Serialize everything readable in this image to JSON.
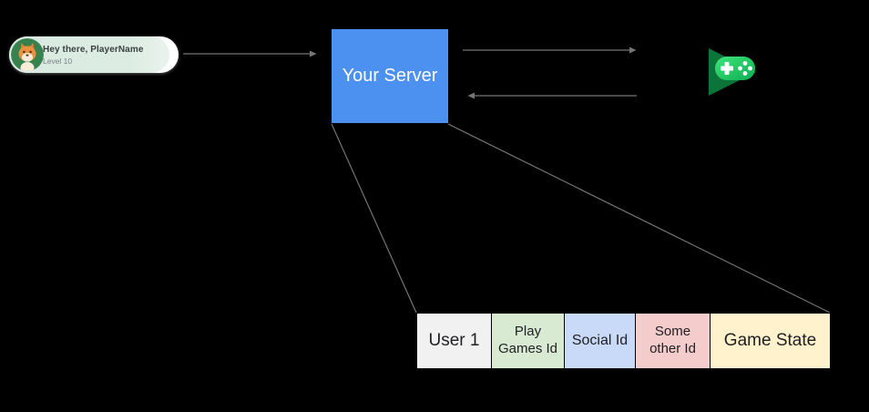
{
  "canvas": {
    "background": "#000000"
  },
  "player_card": {
    "title": "Hey there, PlayerName",
    "subtitle": "Level 10",
    "avatar_icon": "fox-avatar",
    "tint_color": "#d9eae1"
  },
  "server": {
    "label": "Your Server",
    "color": "#4c90f0"
  },
  "play_games": {
    "icon": "google-play-games-icon",
    "triangle_color": "#0c7439",
    "gamepad_color": "#2bd169"
  },
  "table": {
    "cells": [
      {
        "label": "User 1",
        "color": "#f1f1f1"
      },
      {
        "label": "Play Games Id",
        "color": "#d9ead3"
      },
      {
        "label": "Social Id",
        "color": "#c9daf8"
      },
      {
        "label": "Some other Id",
        "color": "#f4cccc"
      },
      {
        "label": "Game State",
        "color": "#fff2cc"
      }
    ]
  },
  "connectors": {
    "line_color": "#757575",
    "arrows": [
      {
        "from": "player-card",
        "to": "server",
        "direction": "right"
      },
      {
        "from": "server",
        "to": "play-games",
        "direction": "right"
      },
      {
        "from": "play-games",
        "to": "server",
        "direction": "left"
      }
    ],
    "funnel_lines": [
      {
        "from": "server-bottom-left",
        "to": "table-top-left"
      },
      {
        "from": "server-bottom-right",
        "to": "table-top-right"
      }
    ]
  }
}
